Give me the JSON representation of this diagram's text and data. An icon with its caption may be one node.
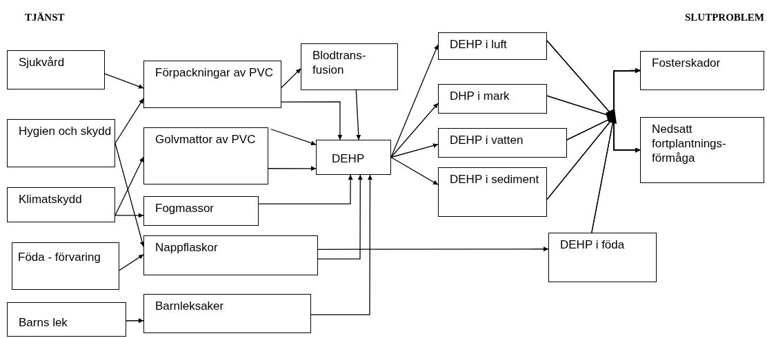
{
  "diagram": {
    "nodes": [
      {
        "text": [
          "Sjukvård"
        ]
      },
      {
        "text": [
          "Förpackningar av PVC"
        ]
      },
      {
        "text": [
          "Blodtrans- fusion"
        ]
      },
      {
        "text": [
          "Hygien och skydd"
        ]
      },
      {
        "text": [
          "Golvmattor av PVC"
        ]
      },
      {
        "text": [
          "DEHP"
        ]
      },
      {
        "text": [
          "Klimatskydd"
        ]
      },
      {
        "text": [
          "Fogmassor"
        ]
      },
      {
        "text": [
          "Föda - förvaring"
        ]
      },
      {
        "text": [
          "Nappflaskor"
        ]
      },
      {
        "text": [
          "Barns lek"
        ]
      },
      {
        "text": [
          "Barnleksaker"
        ]
      },
      {
        "text": [
          "DEHP i luft"
        ]
      },
      {
        "text": [
          "DHP i mark"
        ]
      },
      {
        "text": [
          "DEHP i vatten"
        ]
      },
      {
        "text": [
          "DEHP i sediment"
        ]
      },
      {
        "text": [
          "DEHP i föda"
        ]
      },
      {
        "text": [
          "Fosterskador"
        ]
      },
      {
        "text": [
          "Nedsatt fortplantnings- förmåga"
        ]
      }
    ],
    "edges": [
      {
        "from": 0,
        "to": 1,
        "arrow": "to"
      },
      {
        "from": 3,
        "to": 1,
        "arrow": "to"
      },
      {
        "from": 3,
        "to": 9,
        "arrow": "to"
      },
      {
        "from": 6,
        "to": 4,
        "arrow": "to"
      },
      {
        "from": 6,
        "to": 7,
        "arrow": "to"
      },
      {
        "from": 8,
        "to": 9,
        "arrow": "to"
      },
      {
        "from": 10,
        "to": 11,
        "arrow": "to"
      },
      {
        "from": 1,
        "to": 2,
        "arrow": "to"
      },
      {
        "from": 1,
        "to": 5,
        "arrow": "to"
      },
      {
        "from": 2,
        "to": 5,
        "arrow": "to"
      },
      {
        "from": 4,
        "to": 5,
        "arrow": "to"
      },
      {
        "from": 4,
        "to": 5,
        "arrow": "to"
      },
      {
        "from": 7,
        "to": 5,
        "arrow": "to"
      },
      {
        "from": 9,
        "to": 5,
        "arrow": "to"
      },
      {
        "from": 11,
        "to": 5,
        "arrow": "to"
      },
      {
        "from": 9,
        "to": 16,
        "arrow": "to"
      },
      {
        "from": 5,
        "to": 12,
        "arrow": "to"
      },
      {
        "from": 5,
        "to": 13,
        "arrow": "to"
      },
      {
        "from": 5,
        "to": 14,
        "arrow": "to"
      },
      {
        "from": 5,
        "to": 15,
        "arrow": "to"
      },
      {
        "from": 12,
        "to": 17,
        "arrow": "to"
      },
      {
        "from": 12,
        "to": 18,
        "arrow": "to"
      },
      {
        "from": 13,
        "to": 17,
        "arrow": "to"
      },
      {
        "from": 13,
        "to": 18,
        "arrow": "to"
      },
      {
        "from": 14,
        "to": 17,
        "arrow": "to"
      },
      {
        "from": 14,
        "to": 18,
        "arrow": "to"
      },
      {
        "from": 15,
        "to": 17,
        "arrow": "to"
      },
      {
        "from": 15,
        "to": 18,
        "arrow": "to"
      },
      {
        "from": 16,
        "to": 17,
        "arrow": "to"
      },
      {
        "from": 16,
        "to": 18,
        "arrow": "to"
      }
    ],
    "labels": [
      "TJÄNST",
      "SLUTPROBLEM"
    ]
  }
}
